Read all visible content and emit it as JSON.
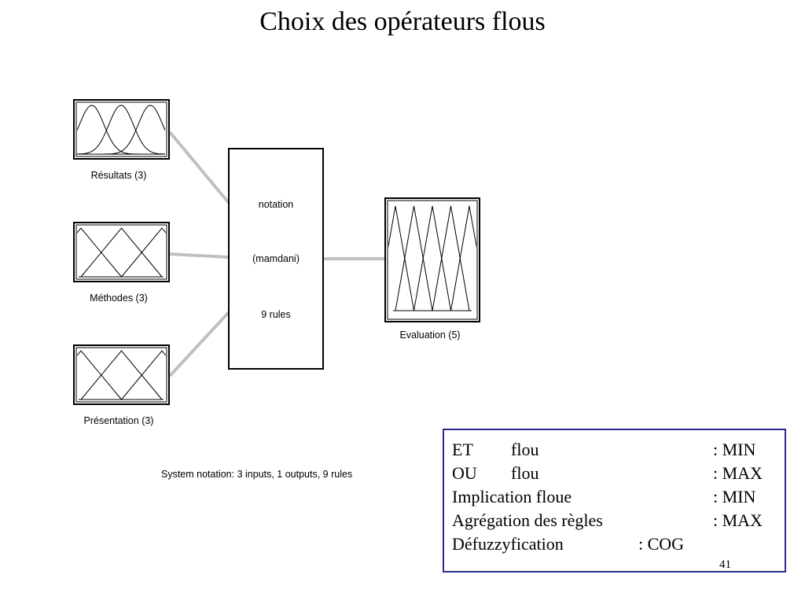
{
  "title": "Choix des opérateurs flous",
  "inputs": [
    {
      "id": "resultats",
      "label": "Résultats (3)",
      "shape": "gaussian"
    },
    {
      "id": "methodes",
      "label": "Méthodes (3)",
      "shape": "triangular"
    },
    {
      "id": "presentation",
      "label": "Présentation (3)",
      "shape": "triangular"
    }
  ],
  "engine": {
    "name": "notation",
    "method": "(mamdani)",
    "rules": "9 rules"
  },
  "output": {
    "id": "evaluation",
    "label": "Evaluation (5)",
    "shape": "triangular"
  },
  "system_summary": "System notation: 3 inputs, 1 outputs, 9 rules",
  "operators": [
    {
      "op": "ET",
      "kind": "flou",
      "value": ": MIN"
    },
    {
      "op": "OU",
      "kind": "flou",
      "value": ": MAX"
    },
    {
      "op": "Implication floue",
      "kind": "",
      "value": ": MIN"
    },
    {
      "op": "Agrégation des règles",
      "kind": "",
      "value": ": MAX"
    },
    {
      "op": "Défuzzyfication",
      "kind": "",
      "value": ": COG"
    }
  ],
  "page_number": "41",
  "colors": {
    "connector": "#c0c0c0",
    "box_border": "#2b2b8c"
  }
}
